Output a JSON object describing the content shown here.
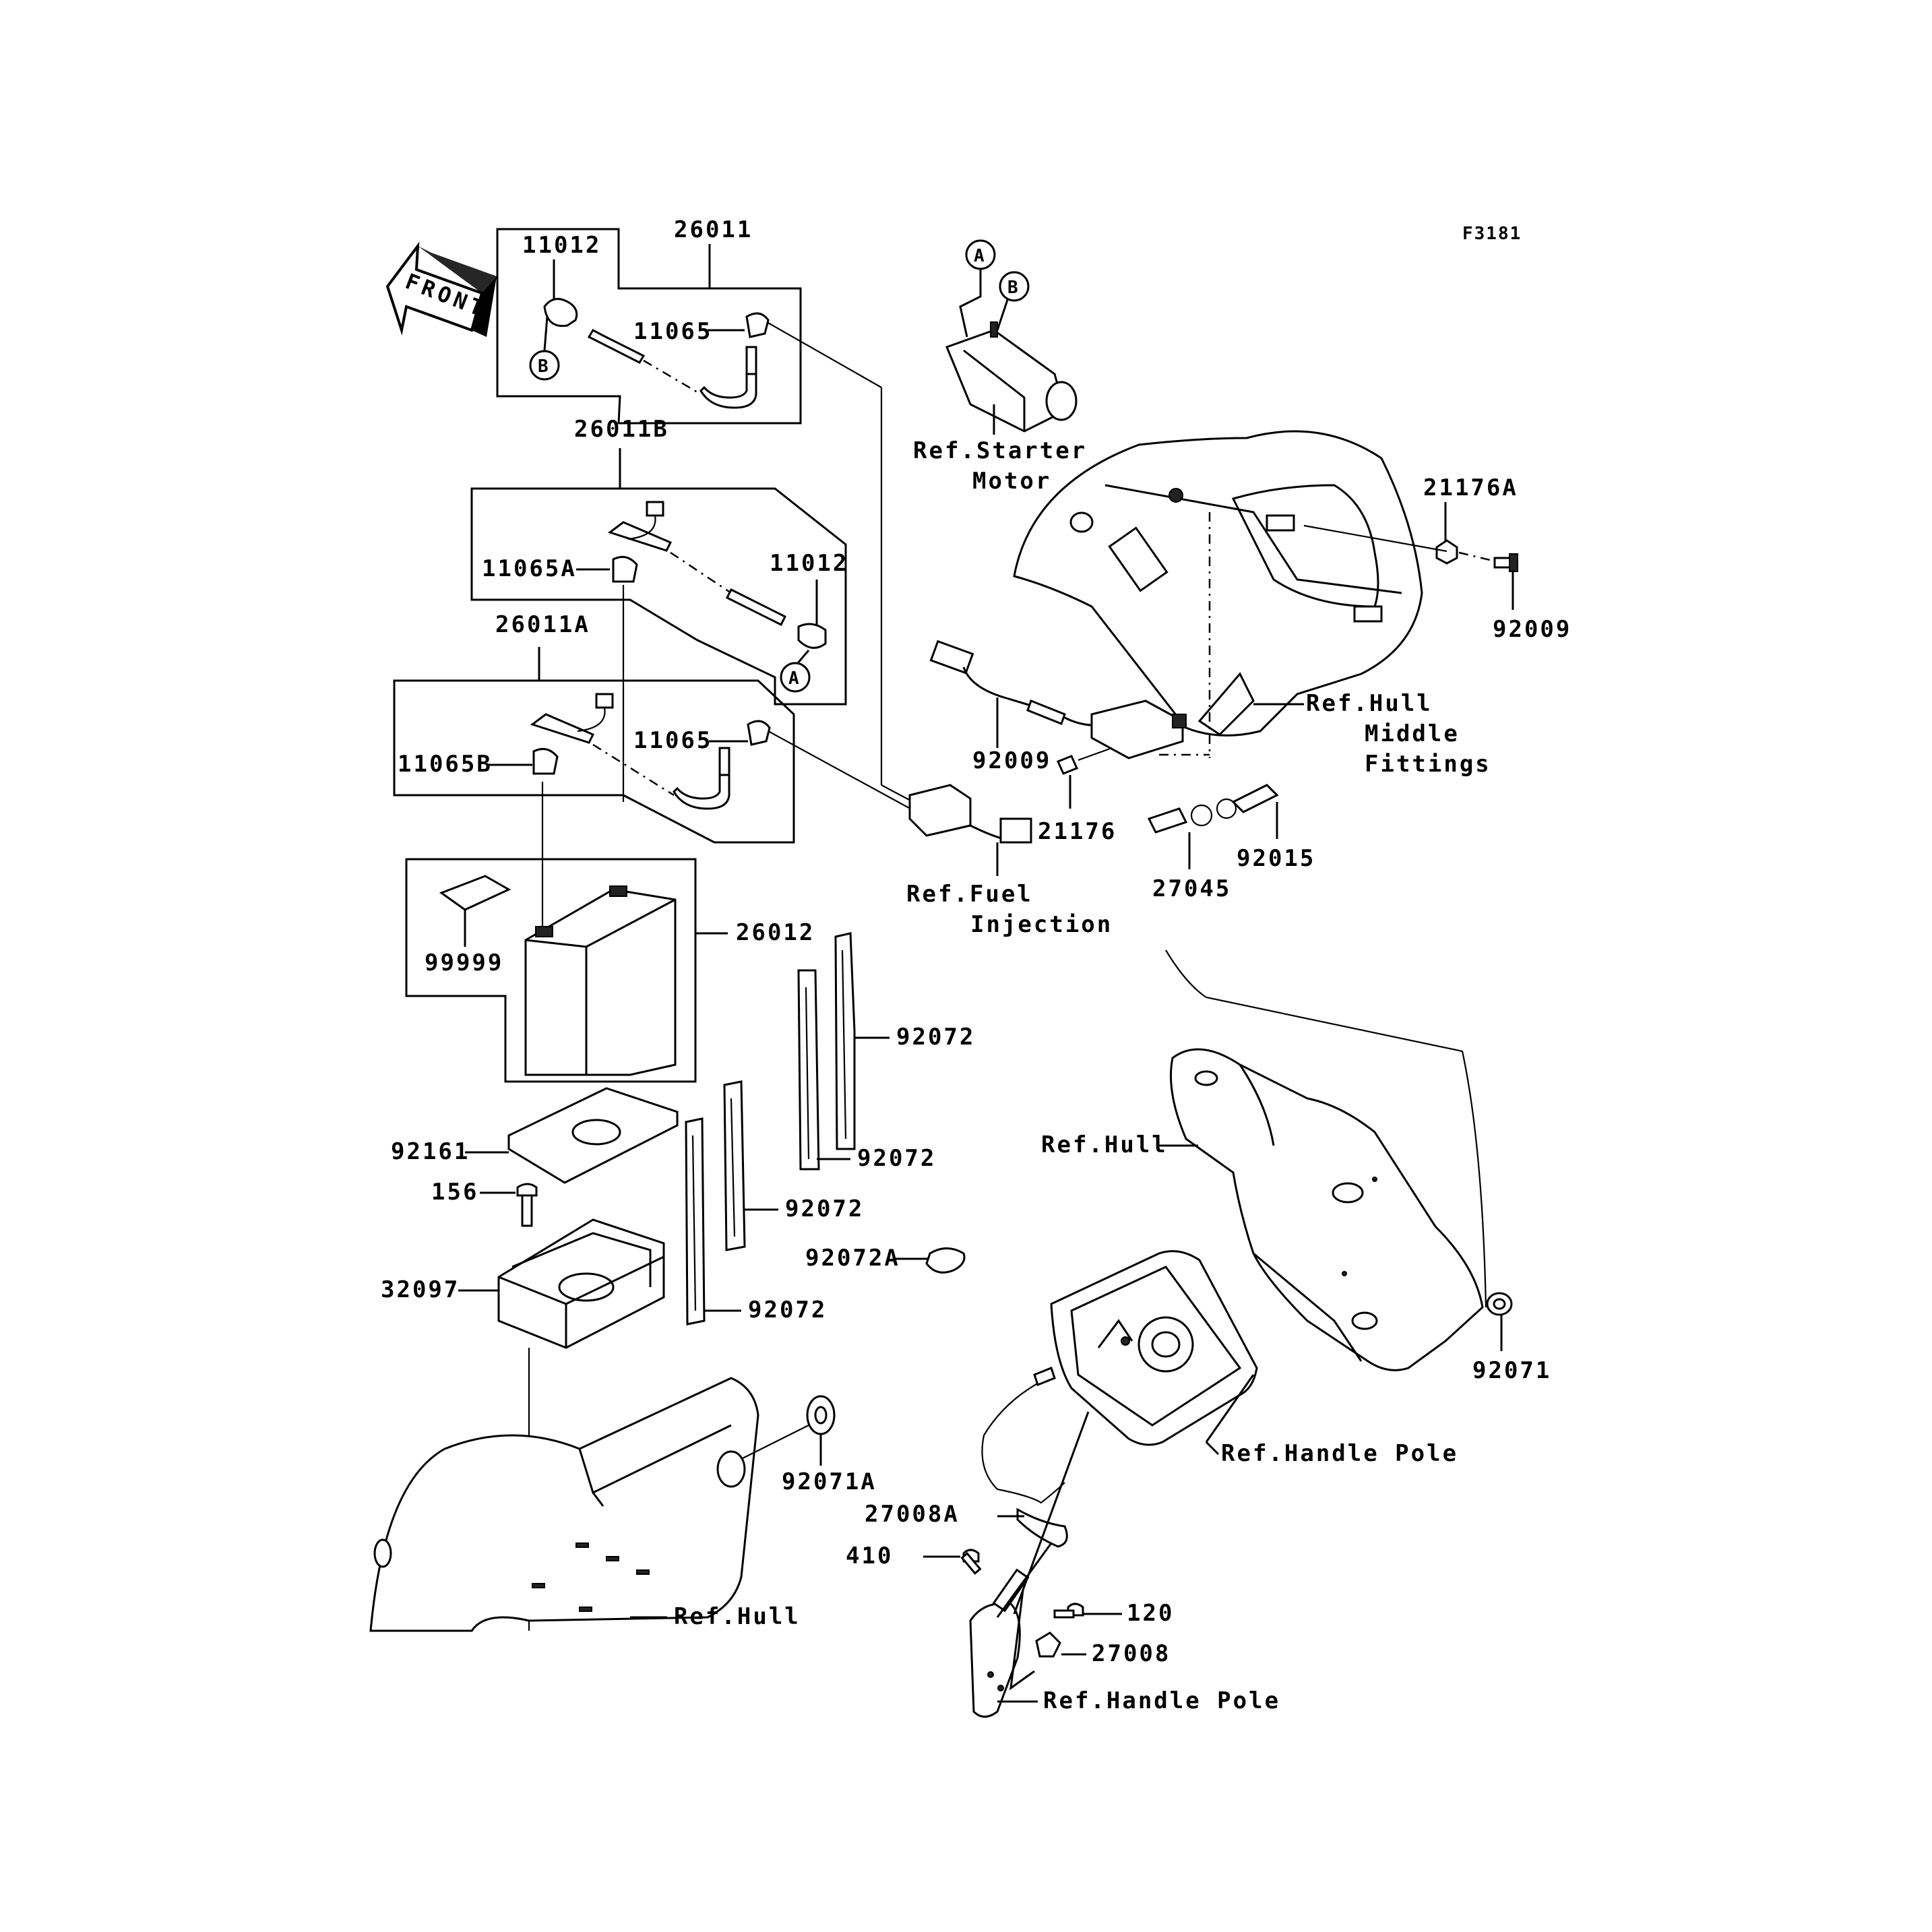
{
  "figure_code": "F3181",
  "front_arrow_label": "FRONT",
  "callouts": [
    "11012",
    "26011",
    "11065",
    "26011B",
    "11065A",
    "11012",
    "26011A",
    "11065",
    "11065B",
    "26012",
    "99999",
    "92072",
    "92072",
    "92072",
    "92072",
    "92161",
    "156",
    "32097",
    "92072A",
    "92071A",
    "21176A",
    "92009",
    "92009",
    "21176",
    "27045",
    "92015",
    "27008",
    "27008A",
    "410",
    "120",
    "92071"
  ],
  "circle_markers": [
    "A",
    "B",
    "B",
    "A"
  ],
  "references": {
    "starter_motor": [
      "Ref.Starter",
      "Motor"
    ],
    "hull_middle_fittings": [
      "Ref.Hull",
      "Middle",
      "Fittings"
    ],
    "fuel_injection": [
      "Ref.Fuel",
      "Injection"
    ],
    "hull_right": "Ref.Hull",
    "hull_bottom": "Ref.Hull",
    "handle_pole_1": "Ref.Handle Pole",
    "handle_pole_2": "Ref.Handle Pole"
  }
}
